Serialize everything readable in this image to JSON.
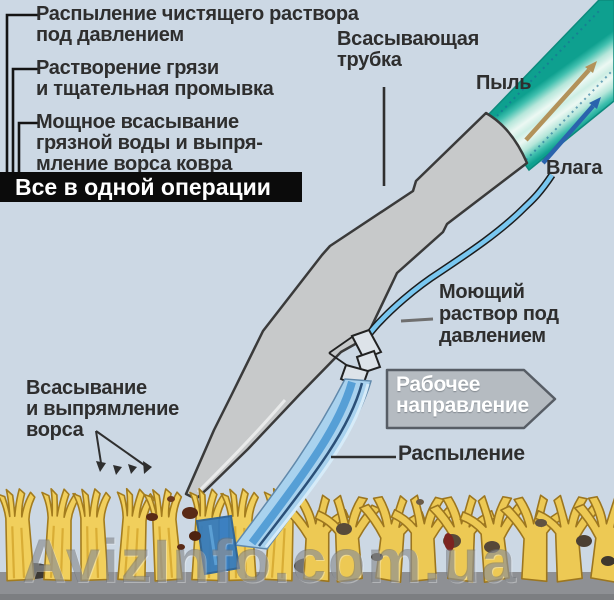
{
  "features": {
    "item1": "Распыление чистящего раствора\nпод давлением",
    "item2": "Растворение грязи\nи тщательная промывка",
    "item3": "Мощное всасывание\nгрязной воды и выпря-\nмление ворса ковра"
  },
  "badge": {
    "text": "Все в одной операции"
  },
  "labels": {
    "suction_tube": "Всасывающая\nтрубка",
    "dust": "Пыль",
    "moisture": "Влага",
    "solution": "Моющий\nраствор под\nдавлением",
    "working_direction": "Рабочее\nнаправление",
    "spraying": "Распыление",
    "pile_suction": "Всасывание\nи выпрямление\nворса"
  },
  "watermark": {
    "text": "AvizInfo.com.ua"
  },
  "icons": {
    "dust_arrow": "arrow-up-right",
    "moisture_arrow": "arrow-up-right",
    "working_direction_arrow": "arrow-right-pentagon",
    "pile_suction_arrows": "fan-of-small-arrows-down"
  },
  "colors": {
    "background": "#ccd8e4",
    "wand_gray": "#c7c9ca",
    "outline_dark": "#3a3a3a",
    "hose_teal": "#0ea08f",
    "hose_light": "#ecf8f3",
    "solution_tube_blue": "#79c7f0",
    "spray_blue": "#a9d2ee",
    "spray_stripe": "#569fd6",
    "wet_patch_blue": "#3079bf",
    "carpet_yellow": "#f1cf5c",
    "carpet_outline": "#a37c1e",
    "base_gray": "#8e9094",
    "dirt_brown": "#5a2a16",
    "dust_arrow_tan": "#b2925a",
    "moisture_arrow_blue": "#2a63ad",
    "badge_bg": "#0b0b0b",
    "badge_text": "#ffffff",
    "direction_box_fill": "#b5bbc1",
    "direction_box_border": "#575d65",
    "direction_text": "#ffffff",
    "label_text": "#2e2e2e",
    "watermark_gray": "#75797d"
  }
}
